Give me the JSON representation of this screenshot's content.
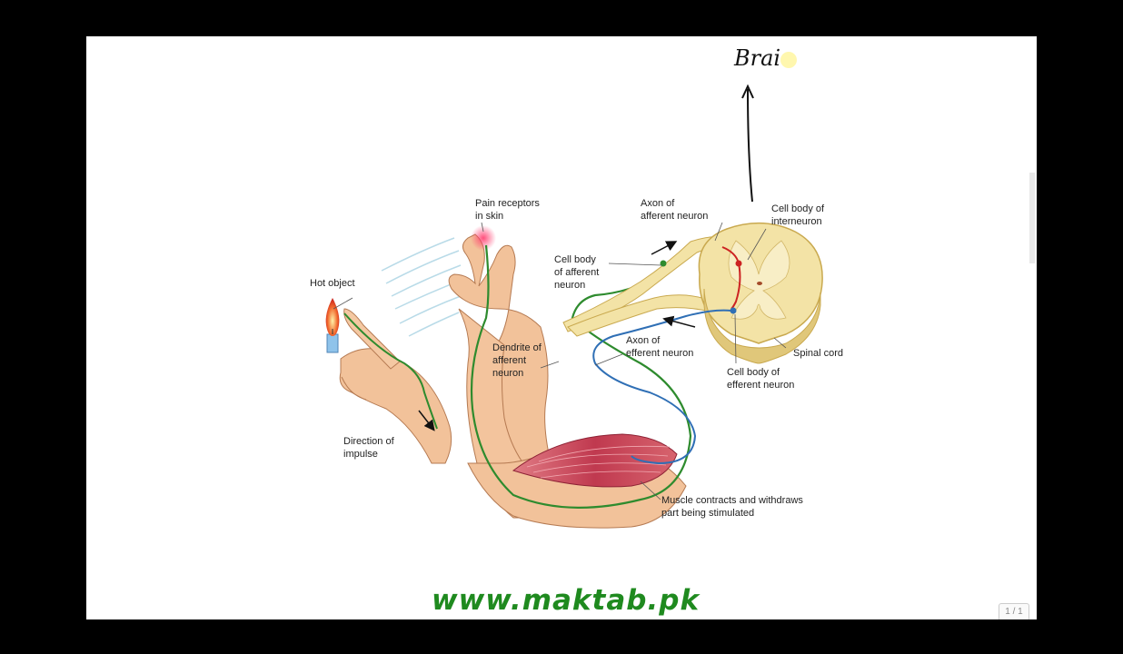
{
  "slide": {
    "handwritten_note": "Brai",
    "footer_url": "www.maktab.pk",
    "page_indicator": "1 / 1"
  },
  "labels": {
    "pain_receptors": [
      "Pain receptors",
      "in skin"
    ],
    "hot_object": [
      "Hot object"
    ],
    "axon_afferent": [
      "Axon of",
      "afferent neuron"
    ],
    "cell_body_interneuron": [
      "Cell body of",
      "interneuron"
    ],
    "cell_body_afferent": [
      "Cell body",
      "of afferent",
      "neuron"
    ],
    "dendrite_afferent": [
      "Dendrite of",
      "afferent",
      "neuron"
    ],
    "axon_efferent": [
      "Axon of",
      "efferent neuron"
    ],
    "spinal_cord": [
      "Spinal cord"
    ],
    "cell_body_efferent": [
      "Cell body of",
      "efferent neuron"
    ],
    "direction_impulse": [
      "Direction of",
      "impulse"
    ],
    "muscle_contracts": [
      "Muscle contracts and withdraws",
      "part being stimulated"
    ]
  },
  "colors": {
    "afferent_nerve": "#2e8b2e",
    "efferent_nerve": "#2f6fb5",
    "interneuron": "#cc2222",
    "spinal_cord": "#f3e3a6",
    "skin": "#f2c29a",
    "muscle": "#c9475a",
    "footer_green": "#1f8a1f"
  }
}
